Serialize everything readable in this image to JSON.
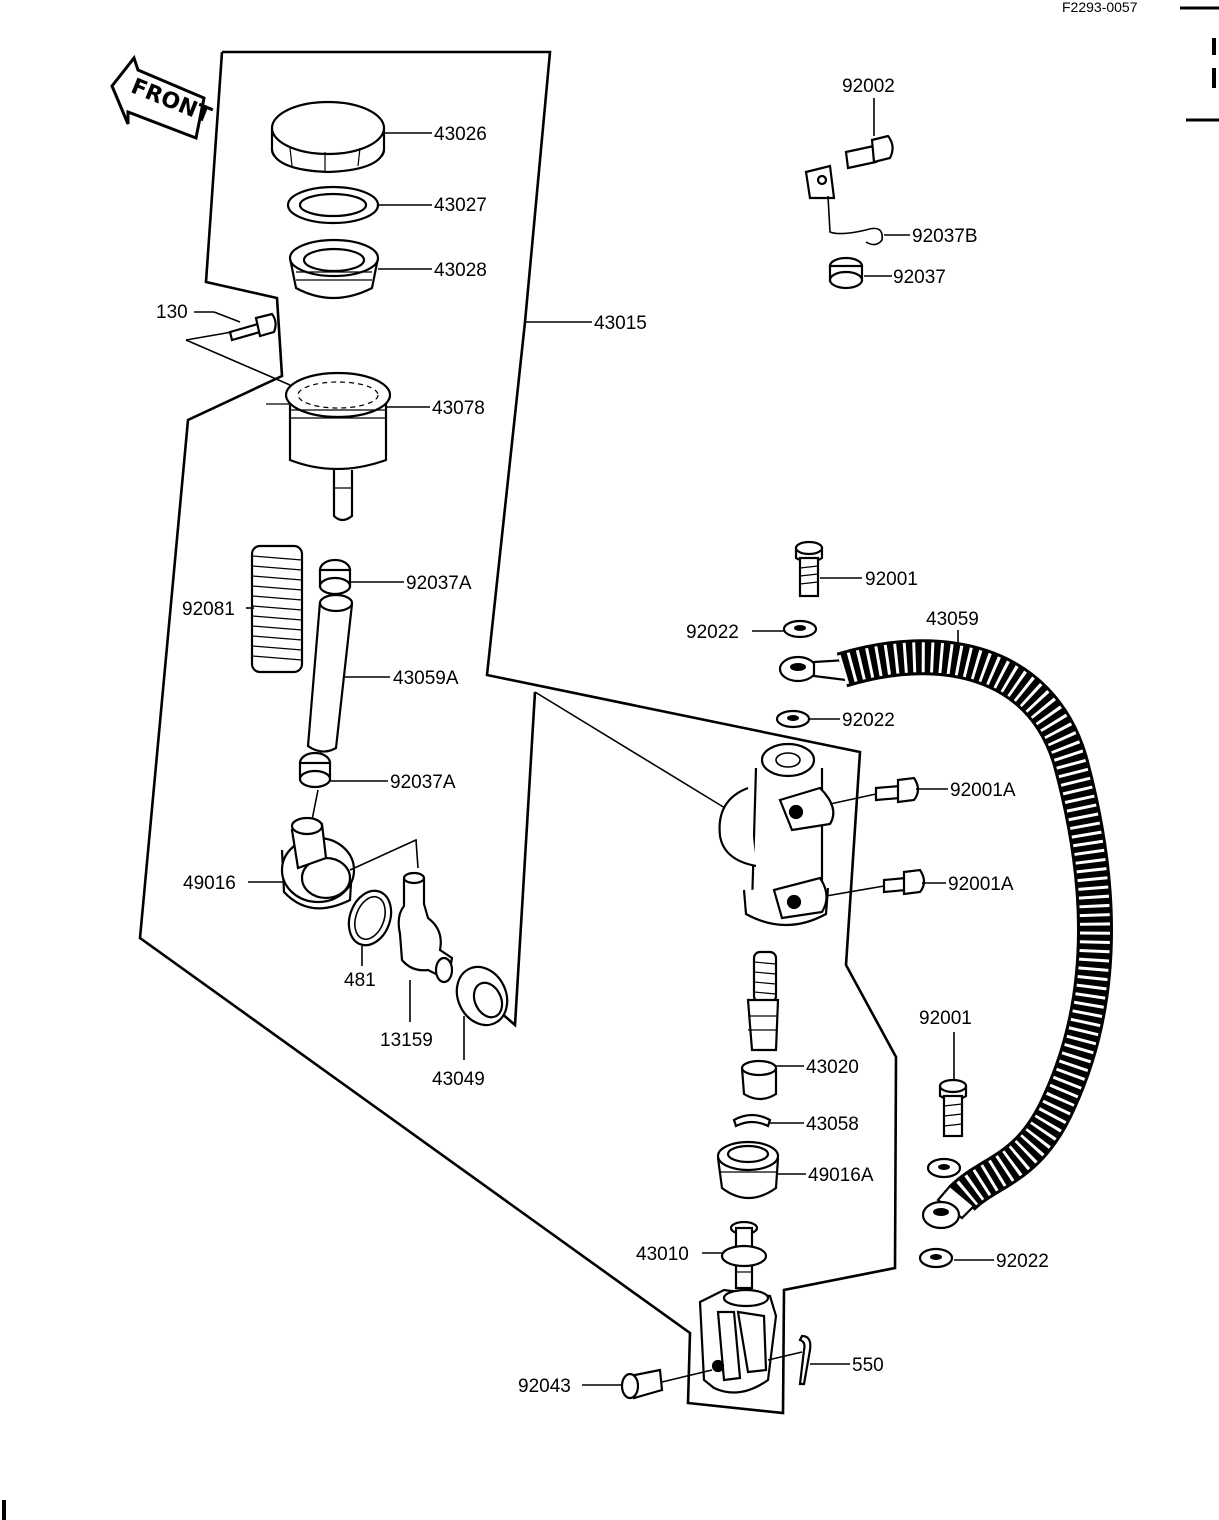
{
  "figure_code": "F2293-0057",
  "front_label": "FRONT",
  "labels": {
    "p43026": "43026",
    "p43027": "43027",
    "p43028": "43028",
    "p130": "130",
    "p43015": "43015",
    "p43078": "43078",
    "p92081": "92081",
    "p92037A_top": "92037A",
    "p43059A": "43059A",
    "p92037A_bot": "92037A",
    "p49016": "49016",
    "p481": "481",
    "p13159": "13159",
    "p43049": "43049",
    "p92002": "92002",
    "p92037B": "92037B",
    "p92037": "92037",
    "p92001_top": "92001",
    "p92022_a": "92022",
    "p43059": "43059",
    "p92022_b": "92022",
    "p92001A_top": "92001A",
    "p92001A_bot": "92001A",
    "p43020": "43020",
    "p43058": "43058",
    "p49016A": "49016A",
    "p43010": "43010",
    "p92001_right": "92001",
    "p92022_c": "92022",
    "p550": "550",
    "p92043": "92043"
  }
}
